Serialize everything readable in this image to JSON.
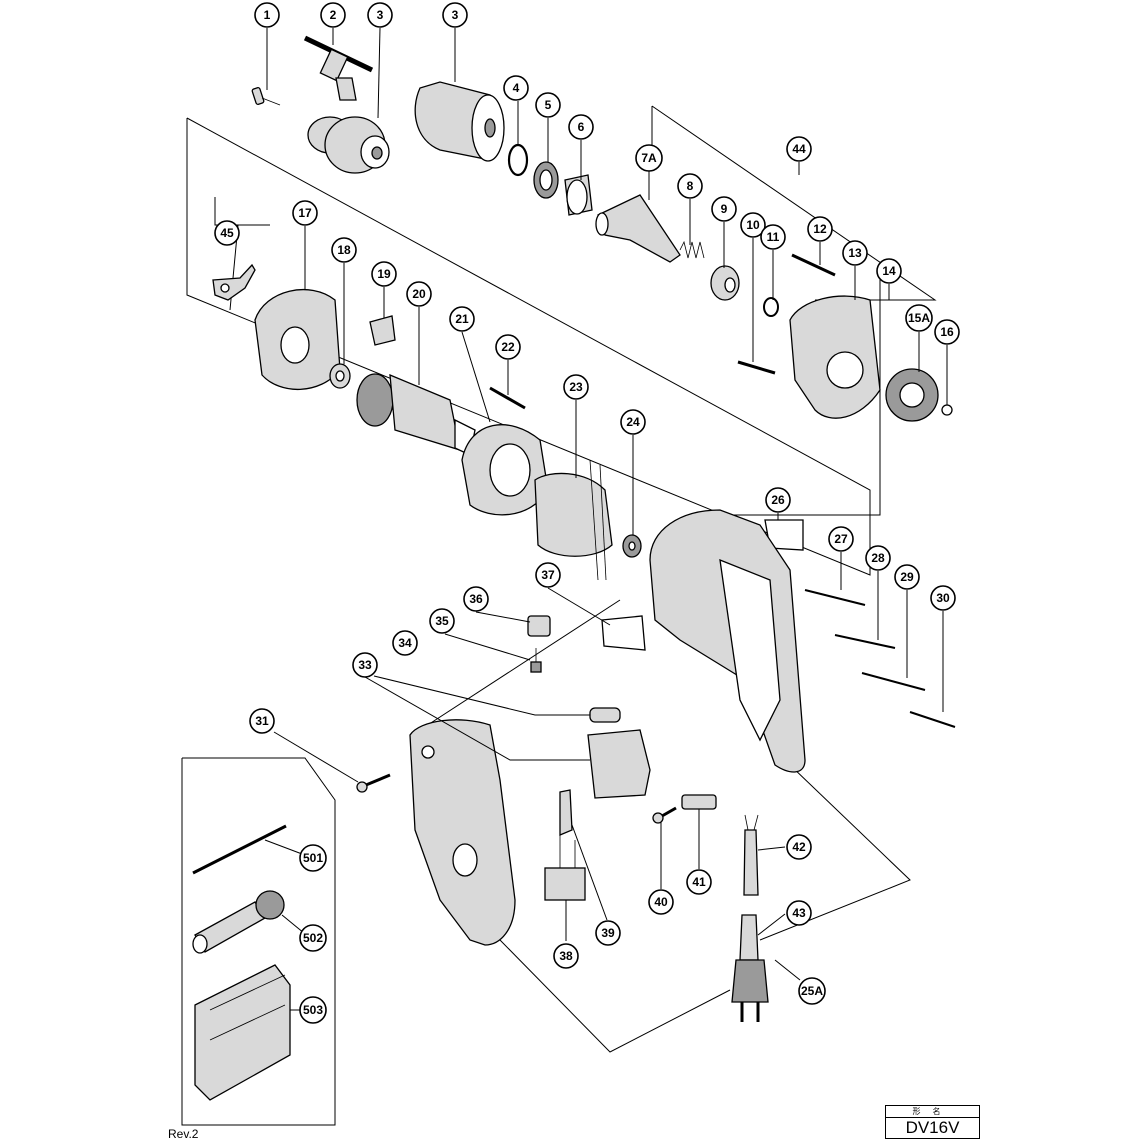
{
  "callouts": [
    "1",
    "2",
    "3",
    "3",
    "4",
    "5",
    "6",
    "7A",
    "8",
    "9",
    "10",
    "11",
    "12",
    "13",
    "14",
    "15A",
    "16",
    "17",
    "18",
    "19",
    "20",
    "21",
    "22",
    "23",
    "24",
    "25A",
    "26",
    "27",
    "28",
    "29",
    "30",
    "31",
    "33",
    "34",
    "35",
    "36",
    "37",
    "38",
    "39",
    "40",
    "41",
    "42",
    "43",
    "44",
    "45",
    "501",
    "502",
    "503"
  ],
  "footer": {
    "revision": "Rev.2"
  },
  "title_block": {
    "header": "形名",
    "model": "DV16V"
  }
}
